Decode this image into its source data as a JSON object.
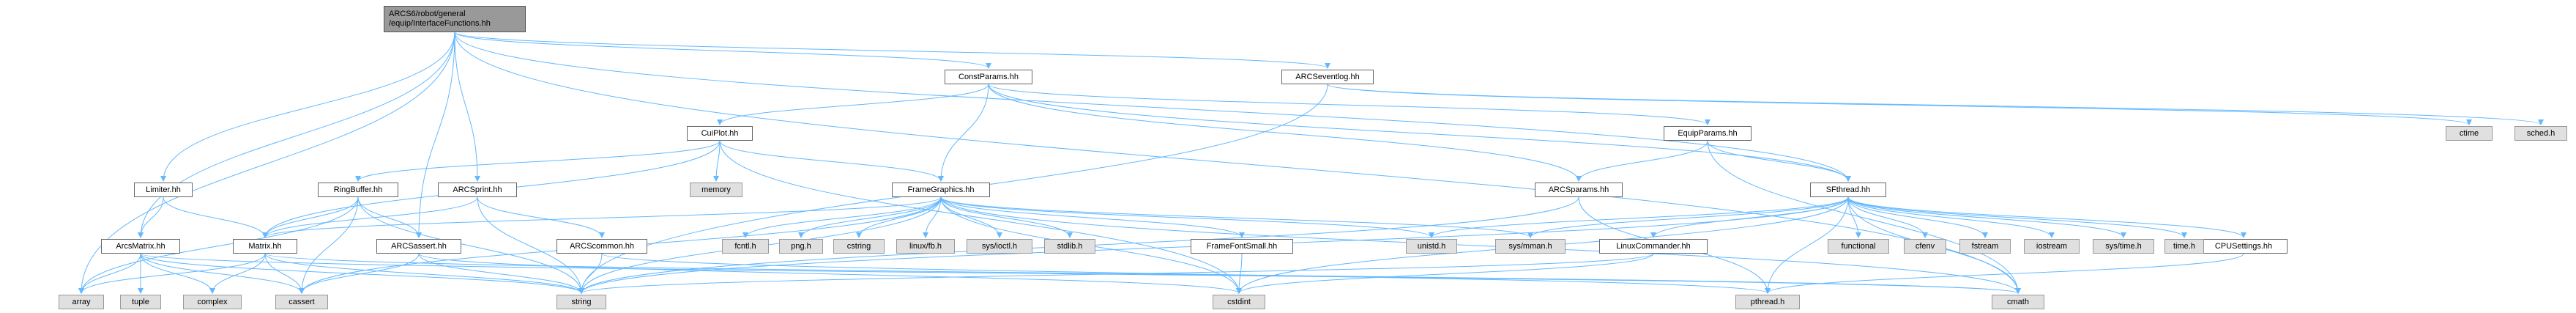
{
  "root": {
    "line1": "ARCS6/robot/general",
    "line2": "/equip/InterfaceFunctions.hh"
  },
  "labels": {
    "Limiter": "Limiter.hh",
    "ArcsMatrix": "ArcsMatrix.hh",
    "Matrix": "Matrix.hh",
    "RingBuffer": "RingBuffer.hh",
    "ARCSassert": "ARCSassert.hh",
    "ARCSprint": "ARCSprint.hh",
    "ARCScommon": "ARCScommon.hh",
    "CuiPlot": "CuiPlot.hh",
    "ConstParams": "ConstParams.hh",
    "FrameGraphics": "FrameGraphics.hh",
    "FrameFontSmall": "FrameFontSmall.hh",
    "ARCSeventlog": "ARCSeventlog.hh",
    "EquipParams": "EquipParams.hh",
    "ARCSparams": "ARCSparams.hh",
    "SFthread": "SFthread.hh",
    "LinuxCommander": "LinuxCommander.hh",
    "CPUSettings": "CPUSettings.hh",
    "array": "array",
    "tuple": "tuple",
    "complex": "complex",
    "cassert": "cassert",
    "string": "string",
    "cstdint": "cstdint",
    "pthread": "pthread.h",
    "cmath": "cmath",
    "memory": "memory",
    "fcntl": "fcntl.h",
    "png": "png.h",
    "cstring": "cstring",
    "linuxfb": "linux/fb.h",
    "sysioctl": "sys/ioctl.h",
    "stdlib": "stdlib.h",
    "unistd": "unistd.h",
    "sysmman": "sys/mman.h",
    "functional": "functional",
    "cfenv": "cfenv",
    "fstream": "fstream",
    "iostream": "iostream",
    "systime": "sys/time.h",
    "time": "time.h",
    "ctime": "ctime",
    "sched": "sched.h"
  },
  "colors": {
    "edge": "#63b8ff",
    "node_border": "#666666",
    "system_fill": "#e0e0e0",
    "root_fill": "#999999"
  }
}
